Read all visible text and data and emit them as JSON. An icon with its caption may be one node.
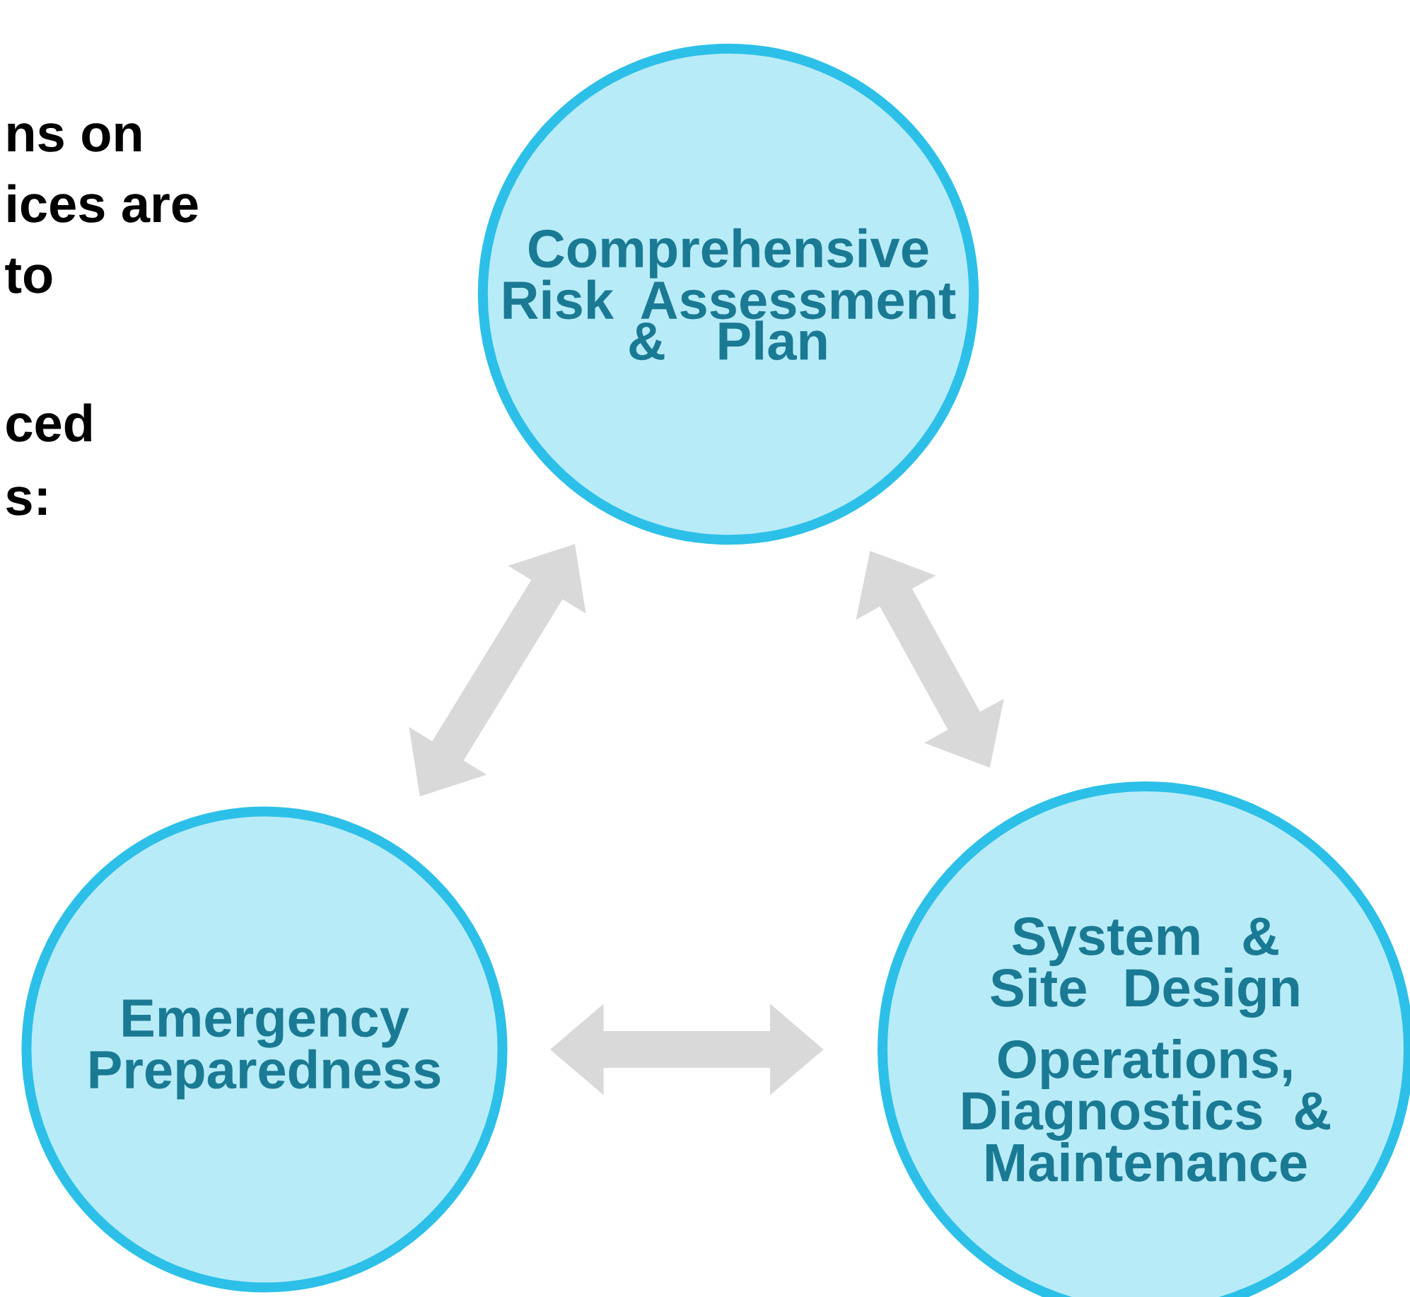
{
  "diagram": {
    "nodes": [
      {
        "text": [
          "Comprehensive Risk Assessment & Plan"
        ]
      },
      {
        "text": [
          "Emergency Preparedness"
        ]
      },
      {
        "text": [
          "System & Site Design",
          "Operations, Diagnostics & Maintenance"
        ]
      }
    ],
    "edges": [
      {
        "from": 0,
        "to": 1,
        "arrow": "both"
      },
      {
        "from": 0,
        "to": 2,
        "arrow": "both"
      },
      {
        "from": 1,
        "to": 2,
        "arrow": "both"
      }
    ],
    "labels": [
      "ns on",
      "ices are",
      "to",
      "ced",
      "s:"
    ]
  }
}
